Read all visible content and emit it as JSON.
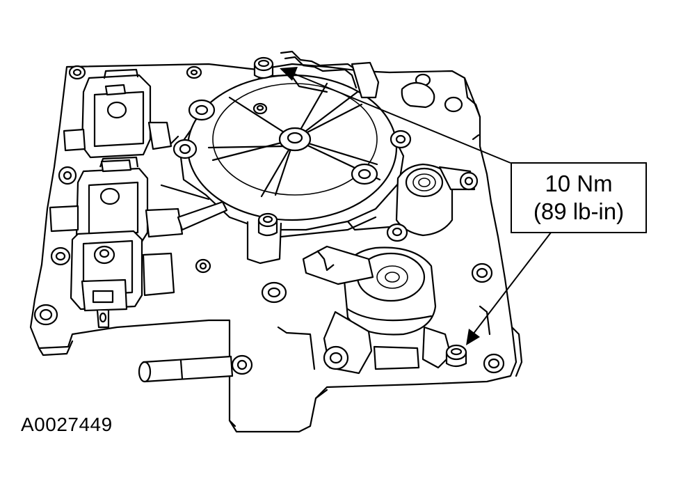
{
  "callout": {
    "torque_nm": "10 Nm",
    "torque_lbin": "(89 lb-in)"
  },
  "figure": {
    "id": "A0027449"
  },
  "colors": {
    "ink": "#000000",
    "paper": "#ffffff"
  }
}
